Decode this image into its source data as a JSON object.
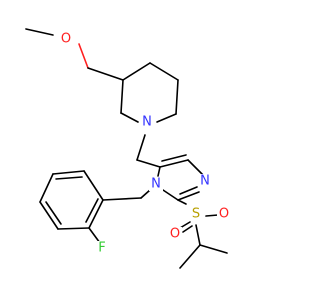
{
  "molecule": {
    "atoms": {
      "methoxy_o": {
        "label": "O",
        "color": "#ff2020"
      },
      "piperidine_n": {
        "label": "N",
        "color": "#3333ff"
      },
      "imidazole_n1": {
        "label": "N",
        "color": "#3333ff"
      },
      "imidazole_n3": {
        "label": "N",
        "color": "#3333ff"
      },
      "sulfur": {
        "label": "S",
        "color": "#b8a000"
      },
      "sulfonyl_o1": {
        "label": "O",
        "color": "#ff2020"
      },
      "sulfonyl_o2": {
        "label": "O",
        "color": "#ff2020"
      },
      "fluorine": {
        "label": "F",
        "color": "#33cc33"
      }
    }
  }
}
